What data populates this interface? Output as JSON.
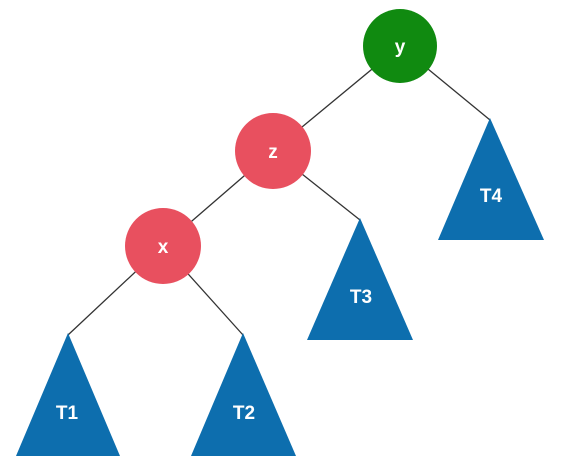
{
  "colors": {
    "node_green": "#108a10",
    "node_red": "#e8505f",
    "subtree_blue": "#0d6eae",
    "edge": "#333333",
    "label": "#ffffff"
  },
  "nodes": {
    "y": {
      "label": "y",
      "color": "node_green"
    },
    "z": {
      "label": "z",
      "color": "node_red"
    },
    "x": {
      "label": "x",
      "color": "node_red"
    }
  },
  "subtrees": {
    "t1": {
      "label": "T1"
    },
    "t2": {
      "label": "T2"
    },
    "t3": {
      "label": "T3"
    },
    "t4": {
      "label": "T4"
    }
  },
  "edges": [
    {
      "from": "y",
      "to": "z"
    },
    {
      "from": "y",
      "to": "T4"
    },
    {
      "from": "z",
      "to": "x"
    },
    {
      "from": "z",
      "to": "T3"
    },
    {
      "from": "x",
      "to": "T1"
    },
    {
      "from": "x",
      "to": "T2"
    }
  ]
}
